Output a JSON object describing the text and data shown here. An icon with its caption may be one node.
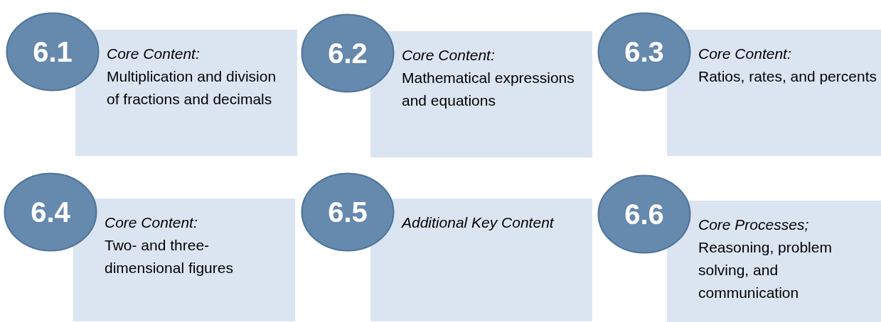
{
  "diagram": {
    "nodes": [
      {
        "text": [
          "6.1"
        ]
      },
      {
        "text": [
          "Core Content:",
          "Multiplication and division of fractions and decimals"
        ]
      },
      {
        "text": [
          "6.2"
        ]
      },
      {
        "text": [
          "Core Content:",
          "Mathematical expressions and equations"
        ]
      },
      {
        "text": [
          "6.3"
        ]
      },
      {
        "text": [
          "Core Content:",
          "Ratios, rates, and percents"
        ]
      },
      {
        "text": [
          "6.4"
        ]
      },
      {
        "text": [
          "Core Content:",
          "Two- and three-dimensional figures"
        ]
      },
      {
        "text": [
          "6.5"
        ]
      },
      {
        "text": [
          "Additional Key Content"
        ]
      },
      {
        "text": [
          "6.6"
        ]
      },
      {
        "text": [
          "Core Processes;",
          "Reasoning, problem solving, and communication"
        ]
      }
    ]
  }
}
